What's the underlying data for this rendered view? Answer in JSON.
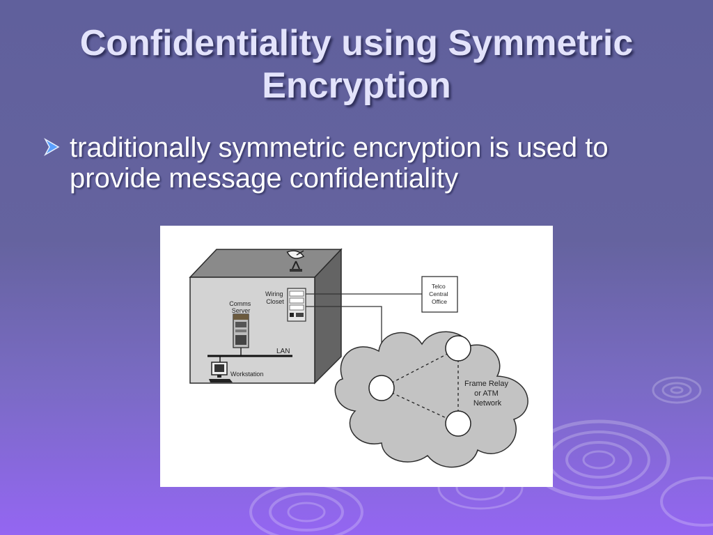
{
  "slide": {
    "title": "Confidentiality using Symmetric Encryption",
    "bullets": [
      "traditionally symmetric encryption is used to provide message confidentiality"
    ]
  },
  "diagram": {
    "building": {
      "comms_server_label": "Comms Server",
      "wiring_closet_label": "Wiring Closet",
      "lan_label": "LAN",
      "workstation_label": "Workstation"
    },
    "telco_label": "Telco Central Office",
    "network_label": "Frame Relay or ATM Network"
  },
  "colors": {
    "title": "#e3e3fb",
    "bullet_text": "#ffffff",
    "bullet_marker": "#5aa0ff",
    "cloud_fill": "#c3c3c3",
    "building_front": "#d3d3d3"
  }
}
